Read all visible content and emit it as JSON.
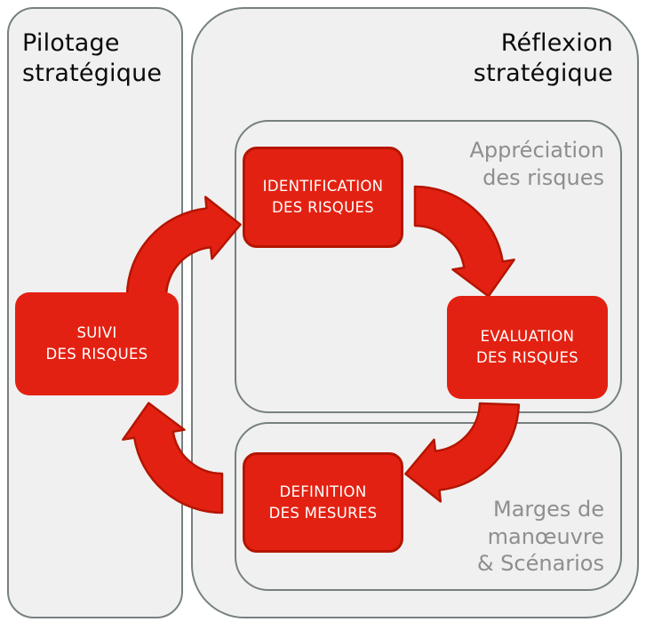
{
  "colors": {
    "page_bg": "#ffffff",
    "panel_bg": "#f0f0f1",
    "panel_border": "#778080",
    "node_red": "#e32112",
    "node_red_dark": "#b41500",
    "node_text": "#ffffff",
    "muted_text": "#8e8e8e",
    "title_text": "#0a0a0a"
  },
  "panels": {
    "pilotage": {
      "title": "Pilotage\nstratégique"
    },
    "reflexion": {
      "title": "Réflexion\nstratégique",
      "appreciation": {
        "label": "Appréciation\ndes risques"
      },
      "marges": {
        "label": "Marges de\nmanœuvre\n& Scénarios"
      }
    }
  },
  "nodes": {
    "identification": {
      "label": "IDENTIFICATION\nDES RISQUES"
    },
    "evaluation": {
      "label": "EVALUATION\nDES RISQUES"
    },
    "definition": {
      "label": "DEFINITION\nDES MESURES"
    },
    "suivi": {
      "label": "SUIVI\nDES RISQUES"
    }
  }
}
